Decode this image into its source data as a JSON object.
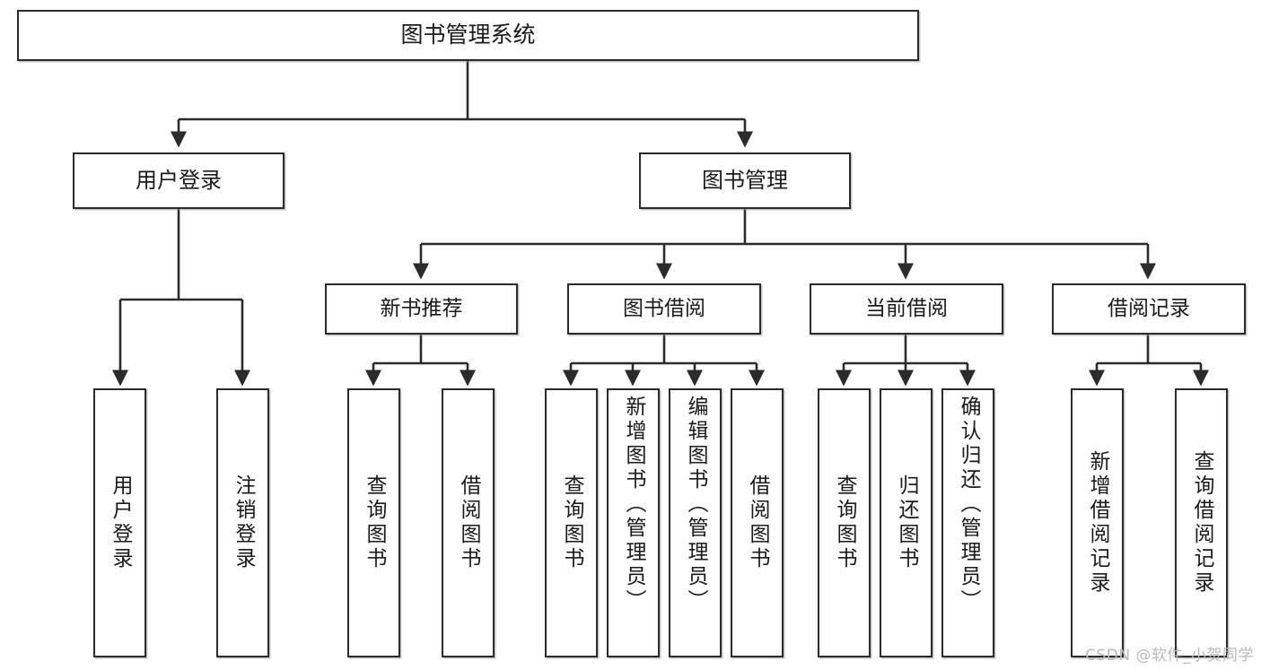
{
  "diagram": {
    "title": "图书管理系统",
    "type": "tree-hierarchy",
    "watermark": "CSDN @软件_小贺同学",
    "colors": {
      "background": "#ffffff",
      "node_border": "#2b2b2b",
      "node_fill": "#ffffff",
      "edge": "#2b2b2b",
      "text": "#1a1a1a",
      "watermark": "#b9b9b9"
    },
    "nodes": {
      "root": {
        "label": "图书管理系统"
      },
      "level2": [
        {
          "id": "user-login",
          "label": "用户登录"
        },
        {
          "id": "book-manage",
          "label": "图书管理"
        }
      ],
      "level3": [
        {
          "id": "new-book-recommend",
          "label": "新书推荐"
        },
        {
          "id": "book-borrow",
          "label": "图书借阅"
        },
        {
          "id": "current-borrow",
          "label": "当前借阅"
        },
        {
          "id": "borrow-record",
          "label": "借阅记录"
        }
      ],
      "leaves": {
        "user-login": [
          {
            "id": "leaf-user-login",
            "label": "用户登录"
          },
          {
            "id": "leaf-logout-login",
            "label": "注销登录"
          }
        ],
        "new-book-recommend": [
          {
            "id": "leaf-query-book-1",
            "label": "查询图书"
          },
          {
            "id": "leaf-borrow-book-1",
            "label": "借阅图书"
          }
        ],
        "book-borrow": [
          {
            "id": "leaf-query-book-2",
            "label": "查询图书"
          },
          {
            "id": "leaf-add-book",
            "label": "新增图书（管理员）"
          },
          {
            "id": "leaf-edit-book",
            "label": "编辑图书（管理员）"
          },
          {
            "id": "leaf-borrow-book-2",
            "label": "借阅图书"
          }
        ],
        "current-borrow": [
          {
            "id": "leaf-query-book-3",
            "label": "查询图书"
          },
          {
            "id": "leaf-return-book",
            "label": "归还图书"
          },
          {
            "id": "leaf-confirm-return",
            "label": "确认归还（管理员）"
          }
        ],
        "borrow-record": [
          {
            "id": "leaf-add-record",
            "label": "新增借阅记录"
          },
          {
            "id": "leaf-query-record",
            "label": "查询借阅记录"
          }
        ]
      }
    }
  }
}
